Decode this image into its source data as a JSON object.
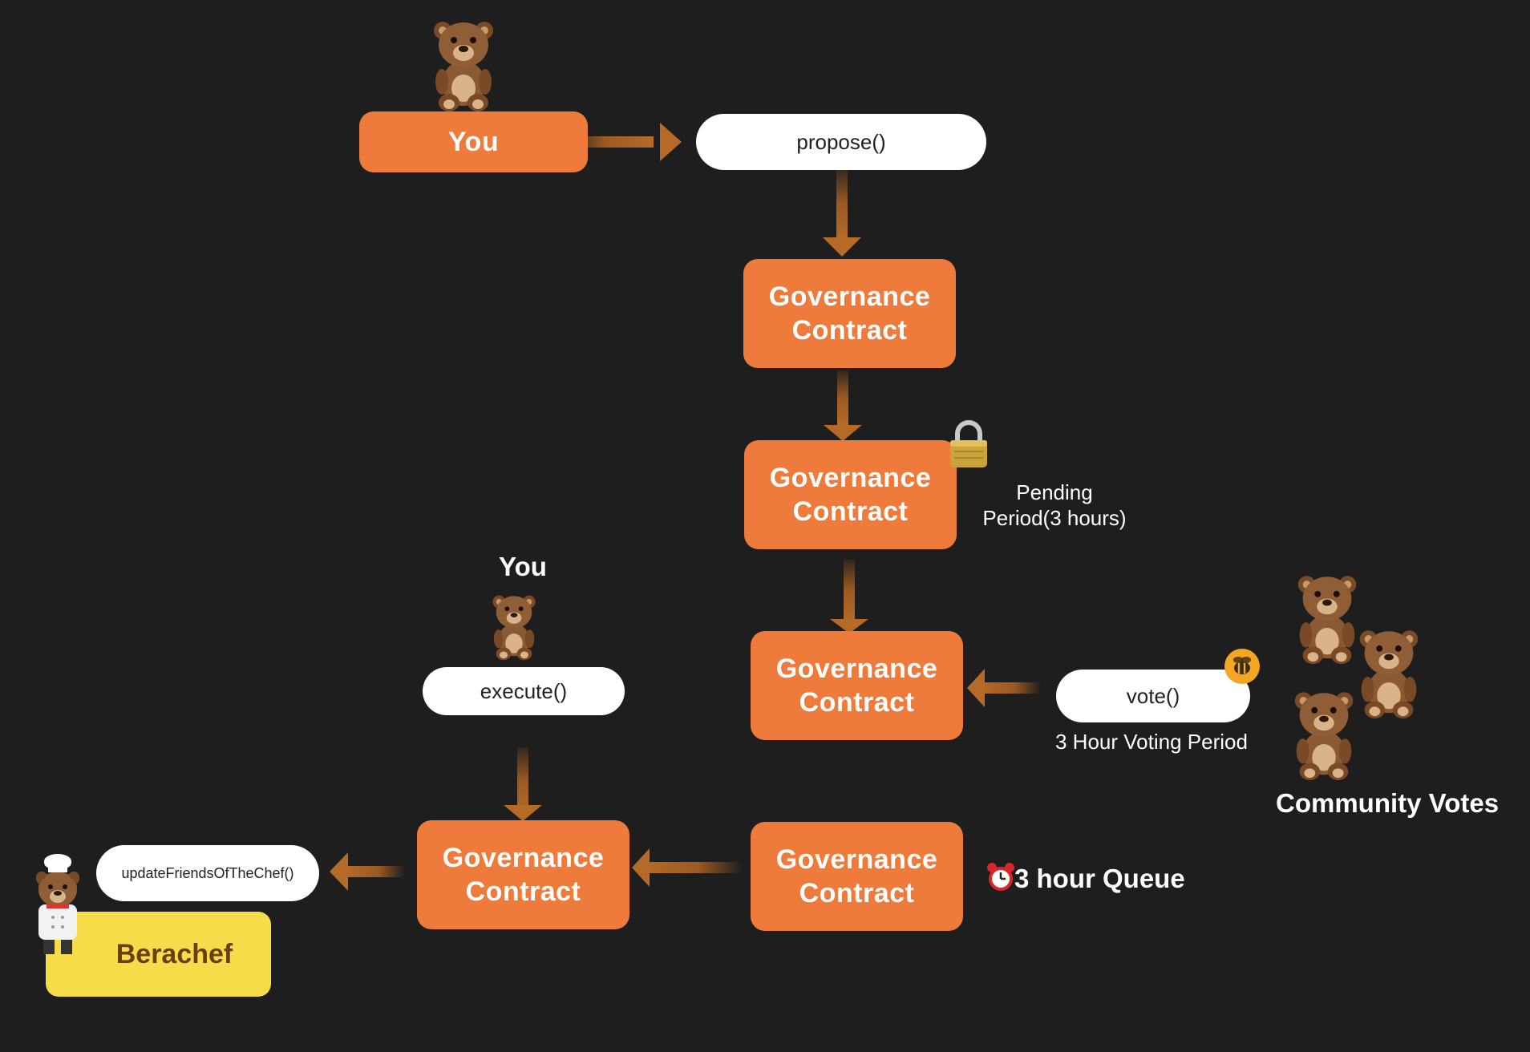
{
  "colors": {
    "background": "#1e1e1e",
    "box_orange": "#ee7b3b",
    "arrow_brown": "#9b5a22",
    "pill_white": "#ffffff",
    "berachef_yellow": "#f7dc4a",
    "berachef_text": "#6b3e12",
    "bear_brown": "#8a5a34",
    "honey_badge": "#f4a623"
  },
  "icons": {
    "bear": "bear-icon",
    "chef_bear": "chef-bear-icon",
    "lock": "lock-icon",
    "alarm": "alarm-clock-icon",
    "bee_badge": "bee-icon"
  },
  "you_box": {
    "label": "You"
  },
  "propose_pill": {
    "label": "propose()"
  },
  "governance_1": {
    "line1": "Governance",
    "line2": "Contract"
  },
  "governance_2": {
    "line1": "Governance",
    "line2": "Contract"
  },
  "pending": {
    "line1": "Pending",
    "line2": "Period(3 hours)"
  },
  "governance_3": {
    "line1": "Governance",
    "line2": "Contract"
  },
  "vote_pill": {
    "label": "vote()"
  },
  "voting_period": {
    "label": "3 Hour Voting Period"
  },
  "community_votes": {
    "label": "Community Votes"
  },
  "you_label_2": {
    "label": "You"
  },
  "execute_pill": {
    "label": "execute()"
  },
  "governance_4": {
    "line1": "Governance",
    "line2": "Contract"
  },
  "queue": {
    "label": "3 hour Queue"
  },
  "governance_5": {
    "line1": "Governance",
    "line2": "Contract"
  },
  "update_pill": {
    "label": "updateFriendsOfTheChef()"
  },
  "berachef": {
    "label": "Berachef"
  }
}
